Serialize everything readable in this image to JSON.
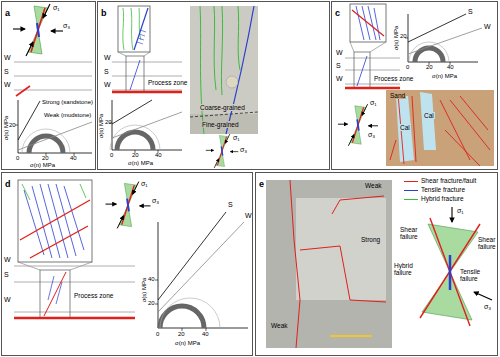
{
  "diagram": {
    "nodes": [
      {
        "text": [
          "a"
        ]
      },
      {
        "text": [
          "b"
        ]
      },
      {
        "text": [
          "c"
        ]
      },
      {
        "text": [
          "d"
        ]
      },
      {
        "text": [
          "e"
        ]
      }
    ],
    "labels": [
      "σ₁",
      "σ₃",
      "W",
      "S",
      "W",
      "Strong (sandstone)",
      "Weak (mudstone)",
      "σ(s) MPa",
      "20",
      "0",
      "20",
      "40",
      "σ(n) MPa",
      "W",
      "S",
      "W",
      "Process zone",
      "σ(s) MPa",
      "20",
      "0",
      "20",
      "40",
      "σ(n) MPa",
      "Coarse-grained",
      "Fine-grained",
      "σ₁",
      "σ₃",
      "S",
      "W",
      "W",
      "S",
      "W",
      "Process zone",
      "σ(s) MPa",
      "20",
      "0",
      "20",
      "40",
      "σ(n) MPa",
      "σ₁",
      "σ₃",
      "Sand",
      "Cal",
      "Cal",
      "σ₁",
      "σ₃",
      "W",
      "S",
      "W",
      "Process zone",
      "S",
      "W",
      "σ(s) MPa",
      "20",
      "40",
      "0",
      "20",
      "40",
      "σ(n) MPa",
      "Weak",
      "Strong",
      "Weak",
      "Shear failure",
      "Shear failure",
      "Hybrid failure",
      "Tensile failure",
      "σ₁",
      "σ₃"
    ],
    "legend": [
      {
        "text": "Shear fracture/fault"
      },
      {
        "text": "Tensile fracture"
      },
      {
        "text": "Hybrid fracture"
      }
    ]
  }
}
